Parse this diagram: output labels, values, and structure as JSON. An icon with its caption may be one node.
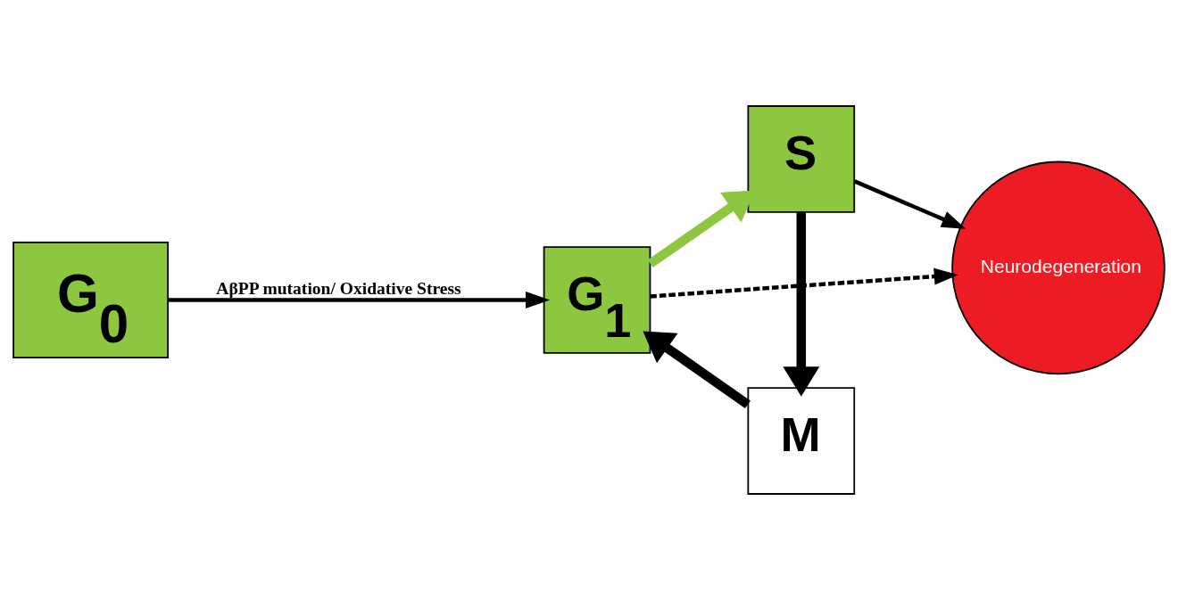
{
  "diagram": {
    "nodes": [
      {
        "text": [
          "G$_{0}$"
        ]
      },
      {
        "text": [
          "G$_{1}$"
        ]
      },
      {
        "text": [
          "S"
        ]
      },
      {
        "text": [
          "M"
        ]
      },
      {
        "text": [
          "Neurodegeneration"
        ]
      }
    ],
    "edges": [
      {
        "from": 0,
        "to": 1,
        "arrow": "to",
        "label": "AβPP mutation/ Oxidative Stress"
      },
      {
        "from": 1,
        "to": 2,
        "arrow": "to",
        "style": "thick",
        "color": "#8dc63f"
      },
      {
        "from": 2,
        "to": 3,
        "arrow": "to",
        "style": "thick"
      },
      {
        "from": 3,
        "to": 1,
        "arrow": "to",
        "style": "thick"
      },
      {
        "from": 2,
        "to": 4,
        "arrow": "to"
      },
      {
        "from": 1,
        "to": 4,
        "arrow": "to",
        "style": "dashed"
      }
    ]
  }
}
